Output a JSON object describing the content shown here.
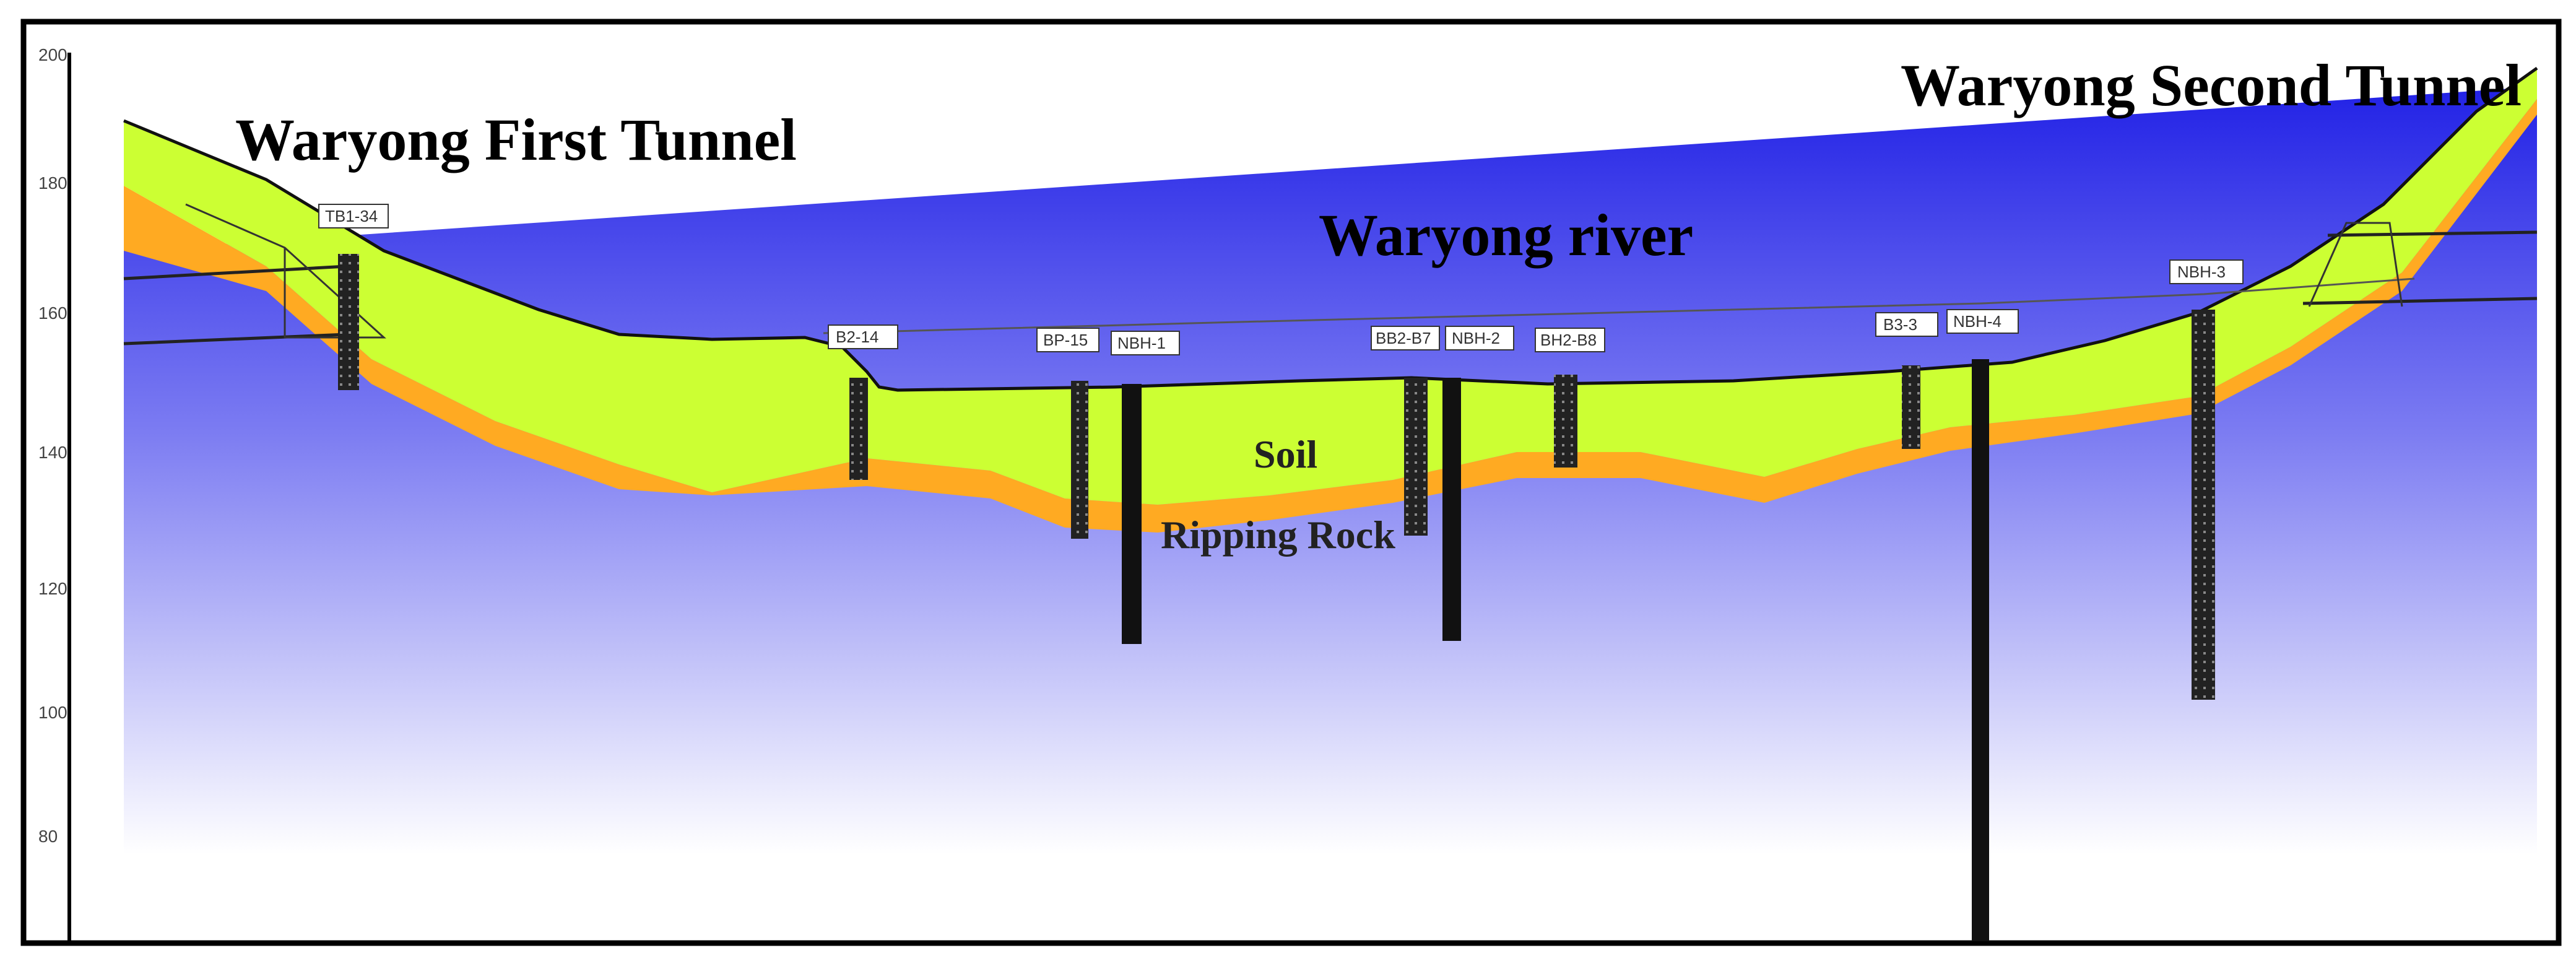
{
  "titles": {
    "first_tunnel": "Waryong First Tunnel",
    "second_tunnel": "Waryong Second Tunnel",
    "river": "Waryong river"
  },
  "layers": {
    "soil": "Soil",
    "rock": "Ripping Rock"
  },
  "axis": {
    "ticks": [
      "200",
      "180",
      "160",
      "140",
      "120",
      "100",
      "80"
    ]
  },
  "boreholes": [
    "TB1-34",
    "B2-14",
    "BP-15",
    "NBH-1",
    "BB2-B7",
    "NBH-2",
    "BH2-B8",
    "B3-3",
    "NBH-4",
    "NBH-3"
  ],
  "colors": {
    "soil": "#ccff33",
    "ripping_rock": "#ffaa22",
    "bedrock_top": "#2a2ae0",
    "bedrock_bottom": "#ffffff",
    "frame": "#000000"
  }
}
